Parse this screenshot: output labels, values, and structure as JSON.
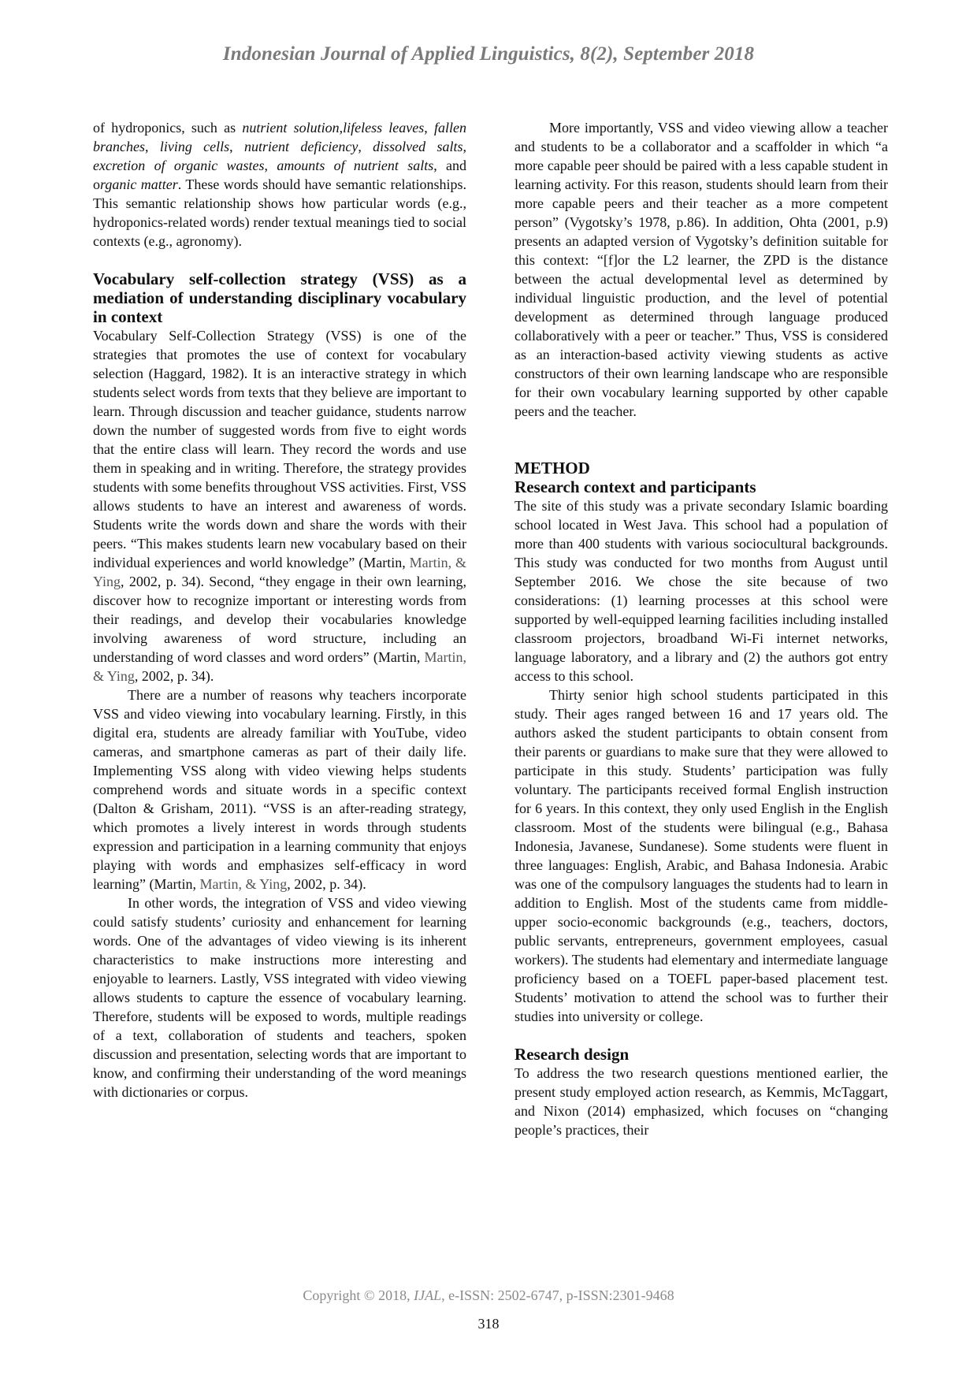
{
  "header": {
    "journal": "Indonesian Journal of Applied Linguistics, 8(2), September 2018"
  },
  "left_column": [
    {
      "type": "p",
      "indent": false,
      "gap": 0,
      "segments": [
        {
          "t": "of hydroponics, such as "
        },
        {
          "t": "nutrient solution",
          "i": true
        },
        {
          "t": ","
        },
        {
          "t": "lifeless leaves",
          "i": true
        },
        {
          "t": ", "
        },
        {
          "t": "fallen branches",
          "i": true
        },
        {
          "t": ", "
        },
        {
          "t": "living cells",
          "i": true
        },
        {
          "t": ", "
        },
        {
          "t": "nutrient deficiency",
          "i": true
        },
        {
          "t": ", "
        },
        {
          "t": "dissolved salts",
          "i": true
        },
        {
          "t": ", "
        },
        {
          "t": "excretion of organic wastes",
          "i": true
        },
        {
          "t": ", "
        },
        {
          "t": "amounts of nutrient salts",
          "i": true
        },
        {
          "t": ", and o"
        },
        {
          "t": "rganic matter",
          "i": true
        },
        {
          "t": ". These words should have semantic relationships. This semantic relationship shows how particular words (e.g., hydroponics-related words) render textual meanings tied to social contexts (e.g., agronomy)."
        }
      ]
    },
    {
      "type": "h",
      "gap": 1,
      "segments": [
        {
          "t": "Vocabulary self-collection strategy (VSS) as a mediation of understanding disciplinary vocabulary in context"
        }
      ]
    },
    {
      "type": "p",
      "indent": false,
      "gap": 0,
      "segments": [
        {
          "t": "Vocabulary Self-Collection Strategy (VSS) is one of the strategies that promotes the use of context for vocabulary selection (Haggard, 1982). It is an interactive strategy in which students select words from texts that they believe are important to learn. Through discussion and teacher guidance, students narrow down the number of suggested words from five to eight words that the entire class will learn. They record the words and use them in speaking and in writing. Therefore, the strategy provides students with some benefits throughout VSS activities. First, VSS allows students to have an interest and awareness of words. Students write the words down and share the words with their peers. “This makes students learn new vocabulary based on their individual experiences and world knowledge” (Martin, "
        },
        {
          "t": "Martin, & Ying",
          "c": true
        },
        {
          "t": ", 2002, p. 34). Second, “they engage in their own learning, discover how to recognize important or interesting words from their readings, and develop their vocabularies knowledge involving awareness of word structure, including an understanding of word classes and word orders” (Martin, "
        },
        {
          "t": "Martin, & Ying",
          "c": true
        },
        {
          "t": ", 2002, p. 34)."
        }
      ]
    },
    {
      "type": "p",
      "indent": true,
      "gap": 0,
      "segments": [
        {
          "t": "There are a number of reasons why teachers incorporate VSS and video viewing into vocabulary learning. Firstly, in this digital era, students are already familiar with YouTube, video cameras, and smartphone cameras as part of their daily life. Implementing VSS along with video viewing helps students comprehend words and situate words in a specific context (Dalton & Grisham, 2011). “VSS is an after-reading strategy, which promotes a lively interest in words through students expression and participation in a learning community that enjoys playing with words and emphasizes self-efficacy in word learning” (Martin, "
        },
        {
          "t": "Martin, & Ying",
          "c": true
        },
        {
          "t": ", 2002, p. 34)."
        }
      ]
    },
    {
      "type": "p",
      "indent": true,
      "gap": 0,
      "segments": [
        {
          "t": "In other words, the integration of VSS and video viewing could satisfy students’ curiosity and enhancement for learning words. One of the advantages of video viewing is its inherent characteristics to make instructions more interesting and enjoyable to learners. Lastly, VSS integrated with video viewing allows students to capture the essence of vocabulary learning. Therefore, students will be exposed to words, multiple readings of a text, collaboration of students and teachers, spoken discussion and presentation, selecting words that are important to know, and confirming their understanding of the word meanings with dictionaries or corpus."
        }
      ]
    }
  ],
  "right_column": [
    {
      "type": "p",
      "indent": true,
      "gap": 0,
      "segments": [
        {
          "t": "More importantly, VSS and video viewing allow a teacher and students to be a collaborator and a scaffolder  in which  “a more capable peer should be paired with a less capable student in learning activity. For this reason, students should learn from their more capable peers and their teacher as a more competent person” (Vygotsky’s 1978, p.86). In addition, Ohta (2001, p.9) presents an adapted version of Vygotsky’s definition suitable for this context: “[f]or the L2 learner, the ZPD is the distance between the actual developmental level as determined by individual linguistic production, and the level of potential development as determined through language produced collaboratively with a peer or teacher.” Thus, VSS is considered as an interaction-based activity viewing students as active constructors of their own learning landscape who are responsible for their own vocabulary learning supported by other capable peers and the teacher."
        }
      ]
    },
    {
      "type": "h",
      "gap": 2,
      "segments": [
        {
          "t": "METHOD"
        }
      ]
    },
    {
      "type": "h",
      "gap": 0,
      "segments": [
        {
          "t": "Research context and participants"
        }
      ]
    },
    {
      "type": "p",
      "indent": false,
      "gap": 0,
      "segments": [
        {
          "t": "The site of this study was a private secondary Islamic boarding school located in West Java. This school had a population of more than 400 students with various sociocultural backgrounds. This study was conducted for two months from August until September 2016. We chose the site because of two considerations: (1) learning processes at this school were supported by well-equipped learning facilities including installed classroom projectors, broadband Wi-Fi internet networks, language laboratory, and a library and (2) the authors got entry access to this school."
        }
      ]
    },
    {
      "type": "p",
      "indent": true,
      "gap": 0,
      "segments": [
        {
          "t": "Thirty senior high school students participated in this study. Their ages ranged between 16 and 17 years old. The authors asked the student participants to obtain consent from their parents or guardians to make sure that they were allowed to participate in this study. Students’ participation was fully voluntary. The participants received formal English instruction for 6 years. In this context, they only used English in the English classroom. Most of the students were bilingual (e.g., Bahasa Indonesia, Javanese, Sundanese). Some students were fluent in three languages: English, Arabic, and Bahasa Indonesia. Arabic was one of the compulsory languages the students had to learn in addition to English. Most of the students came from middle-upper socio-economic backgrounds (e.g., teachers, doctors, public servants, entrepreneurs, government employees, casual workers). The students had elementary and intermediate language proficiency based on a TOEFL paper-based placement test. Students’ motivation to attend the school was to further their studies into university or college."
        }
      ]
    },
    {
      "type": "h",
      "gap": 1,
      "segments": [
        {
          "t": "Research design"
        }
      ]
    },
    {
      "type": "p",
      "indent": false,
      "gap": 0,
      "segments": [
        {
          "t": "To address the two research questions mentioned earlier, the present study employed action research, as Kemmis, McTaggart, and Nixon (2014) emphasized, which focuses on “changing people’s practices, their"
        }
      ]
    }
  ],
  "footer": {
    "copyright_pre": "Copyright © 2018, ",
    "copyright_journal": "IJAL",
    "copyright_post": ", e-ISSN: 2502-6747, p-ISSN:2301-9468",
    "page_number": "318"
  }
}
